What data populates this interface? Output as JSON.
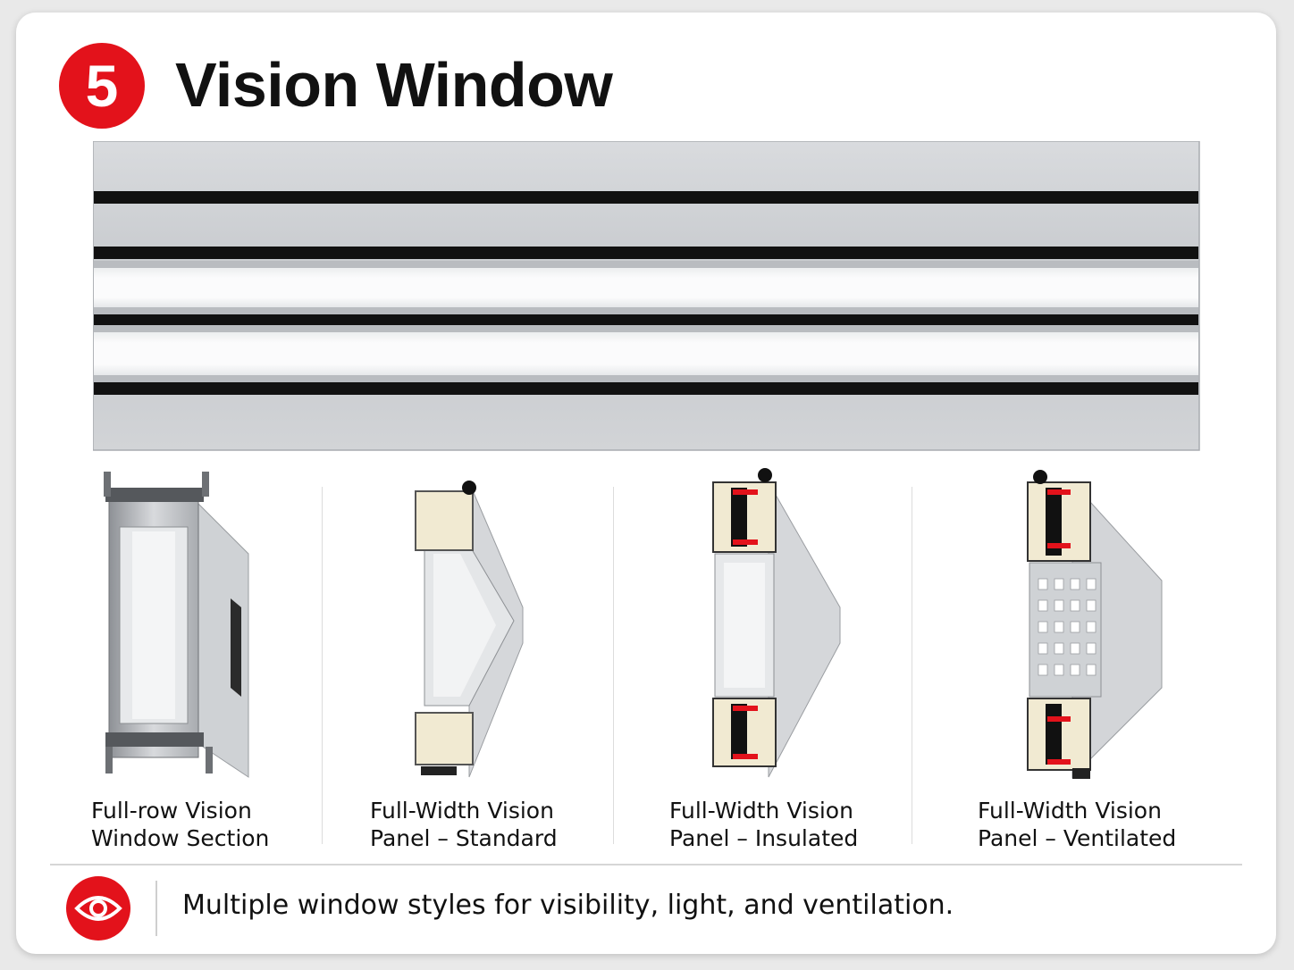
{
  "header": {
    "step_number": "5",
    "title": "Vision Window",
    "accent_color": "#e3121b"
  },
  "panel": {
    "stripe_color": "#111111",
    "metal_color": "#c9ccd0",
    "glass_color": "#f7f8f9"
  },
  "figures": [
    {
      "icon": "full-row-section-profile",
      "line1": "Full-row Vision",
      "line2": "Window Section"
    },
    {
      "icon": "standard-panel-profile",
      "line1": "Full-Width Vision",
      "line2": "Panel – Standard"
    },
    {
      "icon": "insulated-panel-profile",
      "line1": "Full-Width Vision",
      "line2": "Panel – Insulated"
    },
    {
      "icon": "ventilated-panel-profile",
      "line1": "Full-Width Vision",
      "line2": "Panel – Ventilated"
    }
  ],
  "footer": {
    "icon": "eye-icon",
    "text": "Multiple window styles for visibility, light, and ventilation."
  }
}
